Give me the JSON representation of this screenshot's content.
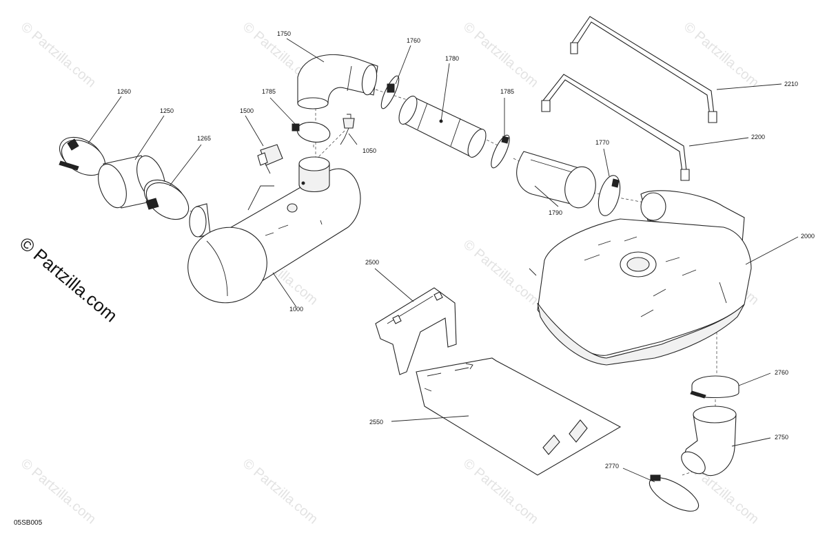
{
  "watermark": {
    "text": "© Partzilla.com",
    "main_text": "© Partzilla.com"
  },
  "diagram_code": "05SB005",
  "callouts": [
    {
      "id": "c1750",
      "label": "1750"
    },
    {
      "id": "c1760",
      "label": "1760"
    },
    {
      "id": "c1780",
      "label": "1780"
    },
    {
      "id": "c1785a",
      "label": "1785"
    },
    {
      "id": "c1785b",
      "label": "1785"
    },
    {
      "id": "c1260",
      "label": "1260"
    },
    {
      "id": "c1250",
      "label": "1250"
    },
    {
      "id": "c1265",
      "label": "1265"
    },
    {
      "id": "c1500",
      "label": "1500"
    },
    {
      "id": "c1050",
      "label": "1050"
    },
    {
      "id": "c1000",
      "label": "1000"
    },
    {
      "id": "c1770",
      "label": "1770"
    },
    {
      "id": "c1790",
      "label": "1790"
    },
    {
      "id": "c2210",
      "label": "2210"
    },
    {
      "id": "c2200",
      "label": "2200"
    },
    {
      "id": "c2000",
      "label": "2000"
    },
    {
      "id": "c2500",
      "label": "2500"
    },
    {
      "id": "c2550",
      "label": "2550"
    },
    {
      "id": "c2760",
      "label": "2760"
    },
    {
      "id": "c2750",
      "label": "2750"
    },
    {
      "id": "c2770",
      "label": "2770"
    }
  ]
}
